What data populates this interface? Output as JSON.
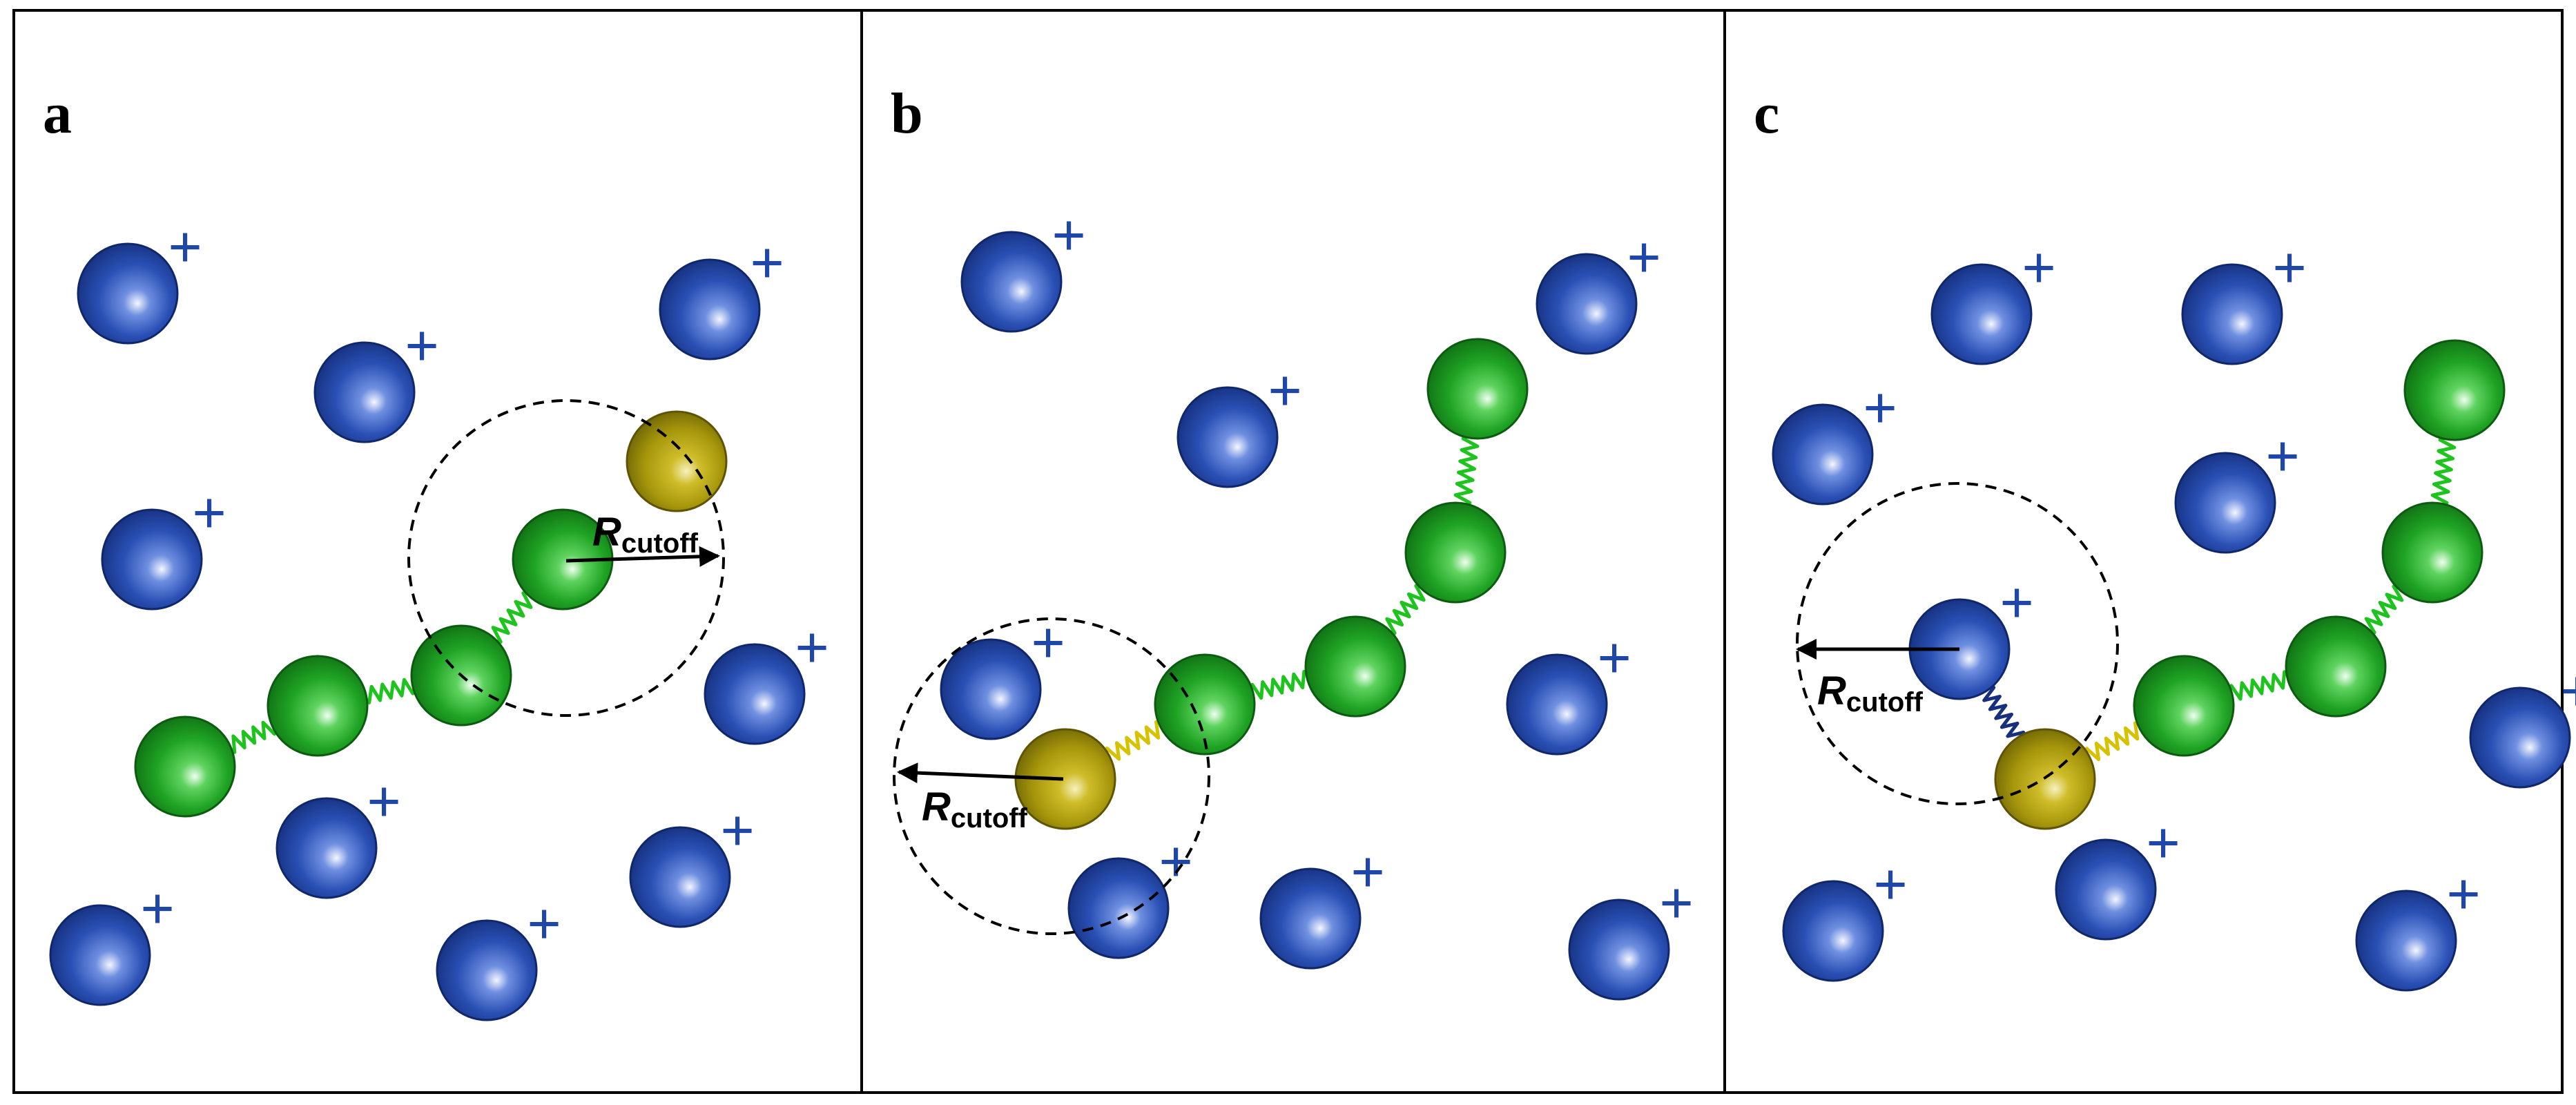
{
  "colors": {
    "cation": "#1c3f9a",
    "monomer": "#17971f",
    "end_group": "#a99a09",
    "spring_green": "#1ec31e",
    "spring_yellow": "#d6c200",
    "spring_blue": "#16307e"
  },
  "cation_charge": "+",
  "radius_label": {
    "main": "R",
    "sub": "cutoff"
  },
  "panels": [
    {
      "label": "a"
    },
    {
      "label": "b"
    },
    {
      "label": "c"
    }
  ]
}
